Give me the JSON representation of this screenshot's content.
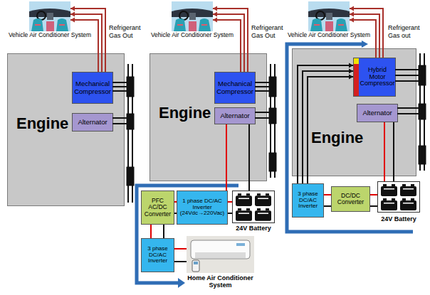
{
  "diagram": {
    "nodes": [
      {
        "text": [
          "Vehicle Air Conditioner System"
        ]
      },
      {
        "text": [
          "Engine"
        ]
      },
      {
        "text": [
          "Mechanical Compressor"
        ],
        "in": 1
      },
      {
        "text": [
          "Alternator"
        ],
        "in": 1
      },
      {
        "text": [
          "Vehicle Air Conditioner System"
        ]
      },
      {
        "text": [
          "Engine"
        ]
      },
      {
        "text": [
          "Mechanical Compressor"
        ],
        "in": 5
      },
      {
        "text": [
          "Alternator"
        ],
        "in": 5
      },
      {
        "text": [
          "PFC AC/DC Converter"
        ]
      },
      {
        "text": [
          "1 phase DC/AC Inverter (24Vdc→220Vac)"
        ]
      },
      {
        "text": [
          "24V Battery"
        ]
      },
      {
        "text": [
          "3 phase DC/AC Inverter"
        ]
      },
      {
        "text": [
          "Home Air Conditioner System"
        ]
      },
      {
        "text": [
          "Vehicle Air Conditioner System"
        ]
      },
      {
        "text": [
          "Engine"
        ]
      },
      {
        "text": [
          "Hybrid Motor Compressor"
        ],
        "in": 14
      },
      {
        "text": [
          "Alternator"
        ],
        "in": 14
      },
      {
        "text": [
          "3 phase DC/AC Inverter"
        ]
      },
      {
        "text": [
          "DC/DC Converter"
        ]
      },
      {
        "text": [
          "24V Battery"
        ]
      }
    ],
    "edges": [
      {
        "from": 2,
        "to": 0,
        "arrow": "to"
      },
      {
        "from": 6,
        "to": 4,
        "arrow": "to"
      },
      {
        "from": 7,
        "to": 10,
        "arrow": "none"
      },
      {
        "from": 10,
        "to": 9,
        "arrow": "none"
      },
      {
        "from": 9,
        "to": 8,
        "arrow": "none"
      },
      {
        "from": 8,
        "to": 11,
        "arrow": "none"
      },
      {
        "from": 11,
        "to": 12,
        "arrow": "none"
      },
      {
        "from": 15,
        "to": 13,
        "arrow": "to"
      },
      {
        "from": 16,
        "to": 19,
        "arrow": "none"
      },
      {
        "from": 19,
        "to": 18,
        "arrow": "none"
      },
      {
        "from": 18,
        "to": 17,
        "arrow": "none"
      },
      {
        "from": 17,
        "to": 15,
        "arrow": "to"
      }
    ],
    "labels": [
      "Refrigerant Gas Out",
      "Refrigerant Gas Out",
      "Refrigerant Gas out"
    ]
  }
}
